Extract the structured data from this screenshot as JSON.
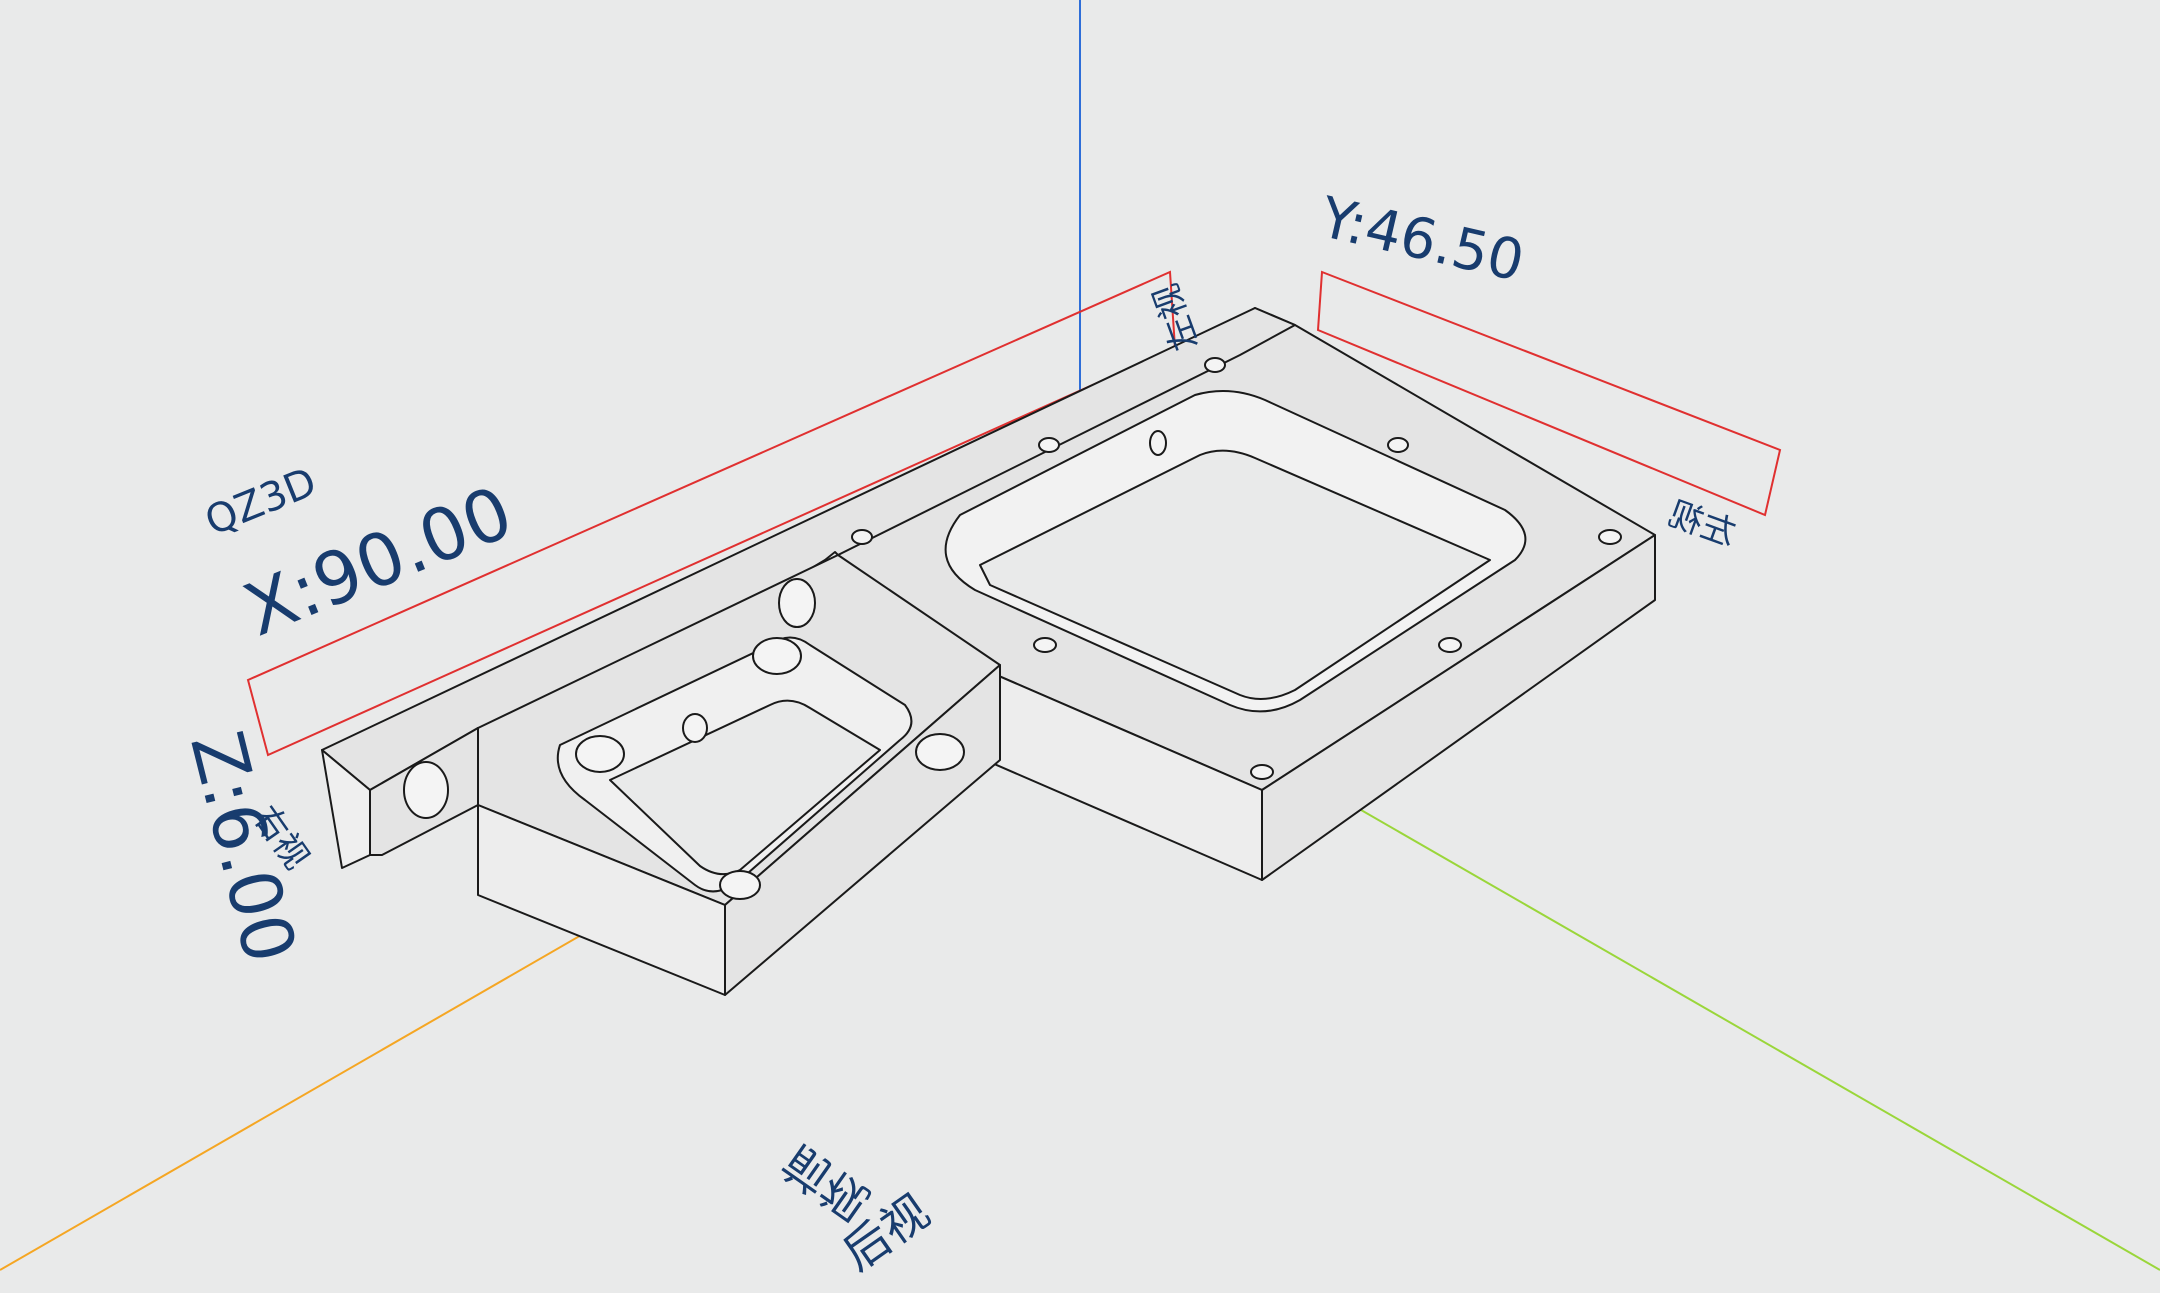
{
  "app": {
    "brand": "QZ3D"
  },
  "dimensions": {
    "x_label": "X:90.00",
    "y_label": "Y:46.50",
    "z_label": "Z:6.00"
  },
  "view_labels": {
    "front": "前视",
    "back": "后视",
    "left": "左视",
    "right": "右视",
    "top_edge": "左视"
  },
  "colors": {
    "background": "#e9eaea",
    "part_fill": "#e4e4e4",
    "part_edge": "#1a1a1a",
    "axis_x": "#f5a623",
    "axis_y": "#9ad63a",
    "axis_z": "#2e6ed8",
    "bbox": "#e03030",
    "label": "#183c6e"
  }
}
